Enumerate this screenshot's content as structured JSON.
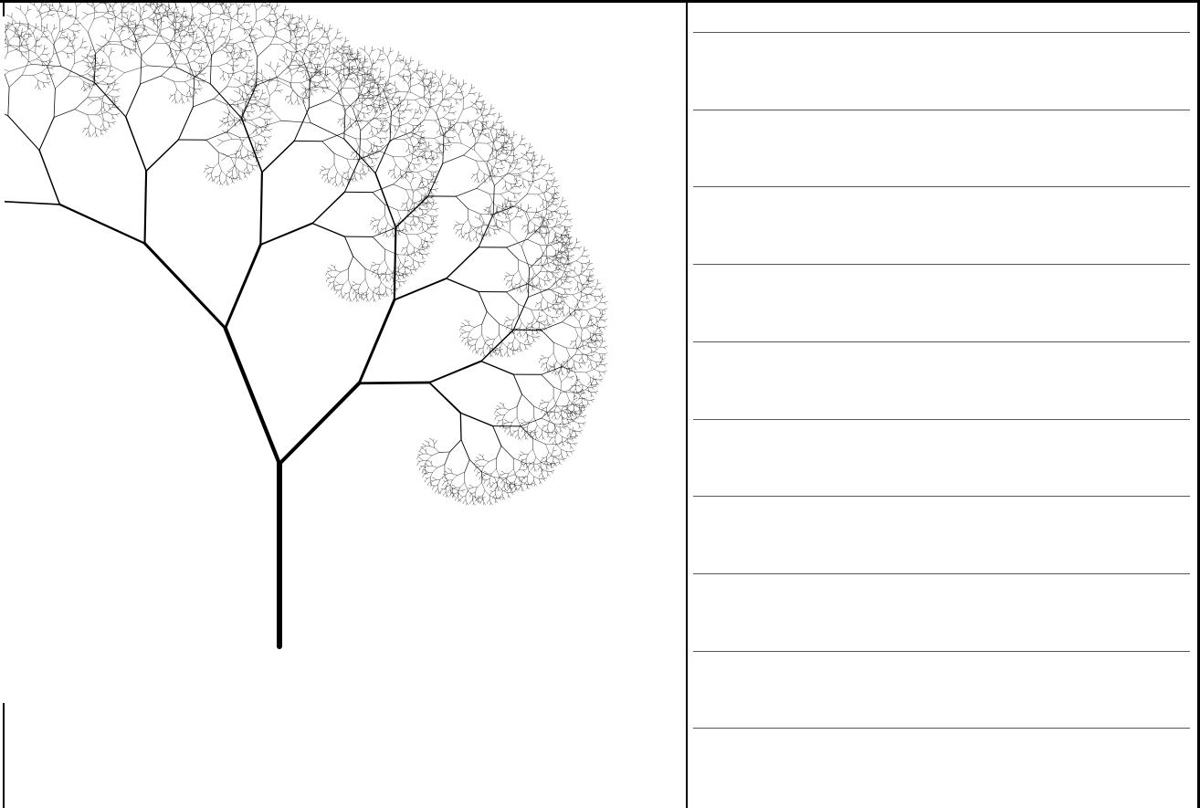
{
  "panels": {
    "left": {
      "content": "fractal-tree-illustration"
    },
    "right": {
      "content": "ruled-writing-lines",
      "line_count": 10
    }
  },
  "colors": {
    "ink": "#000000",
    "rule": "#555555",
    "paper": "#ffffff"
  }
}
